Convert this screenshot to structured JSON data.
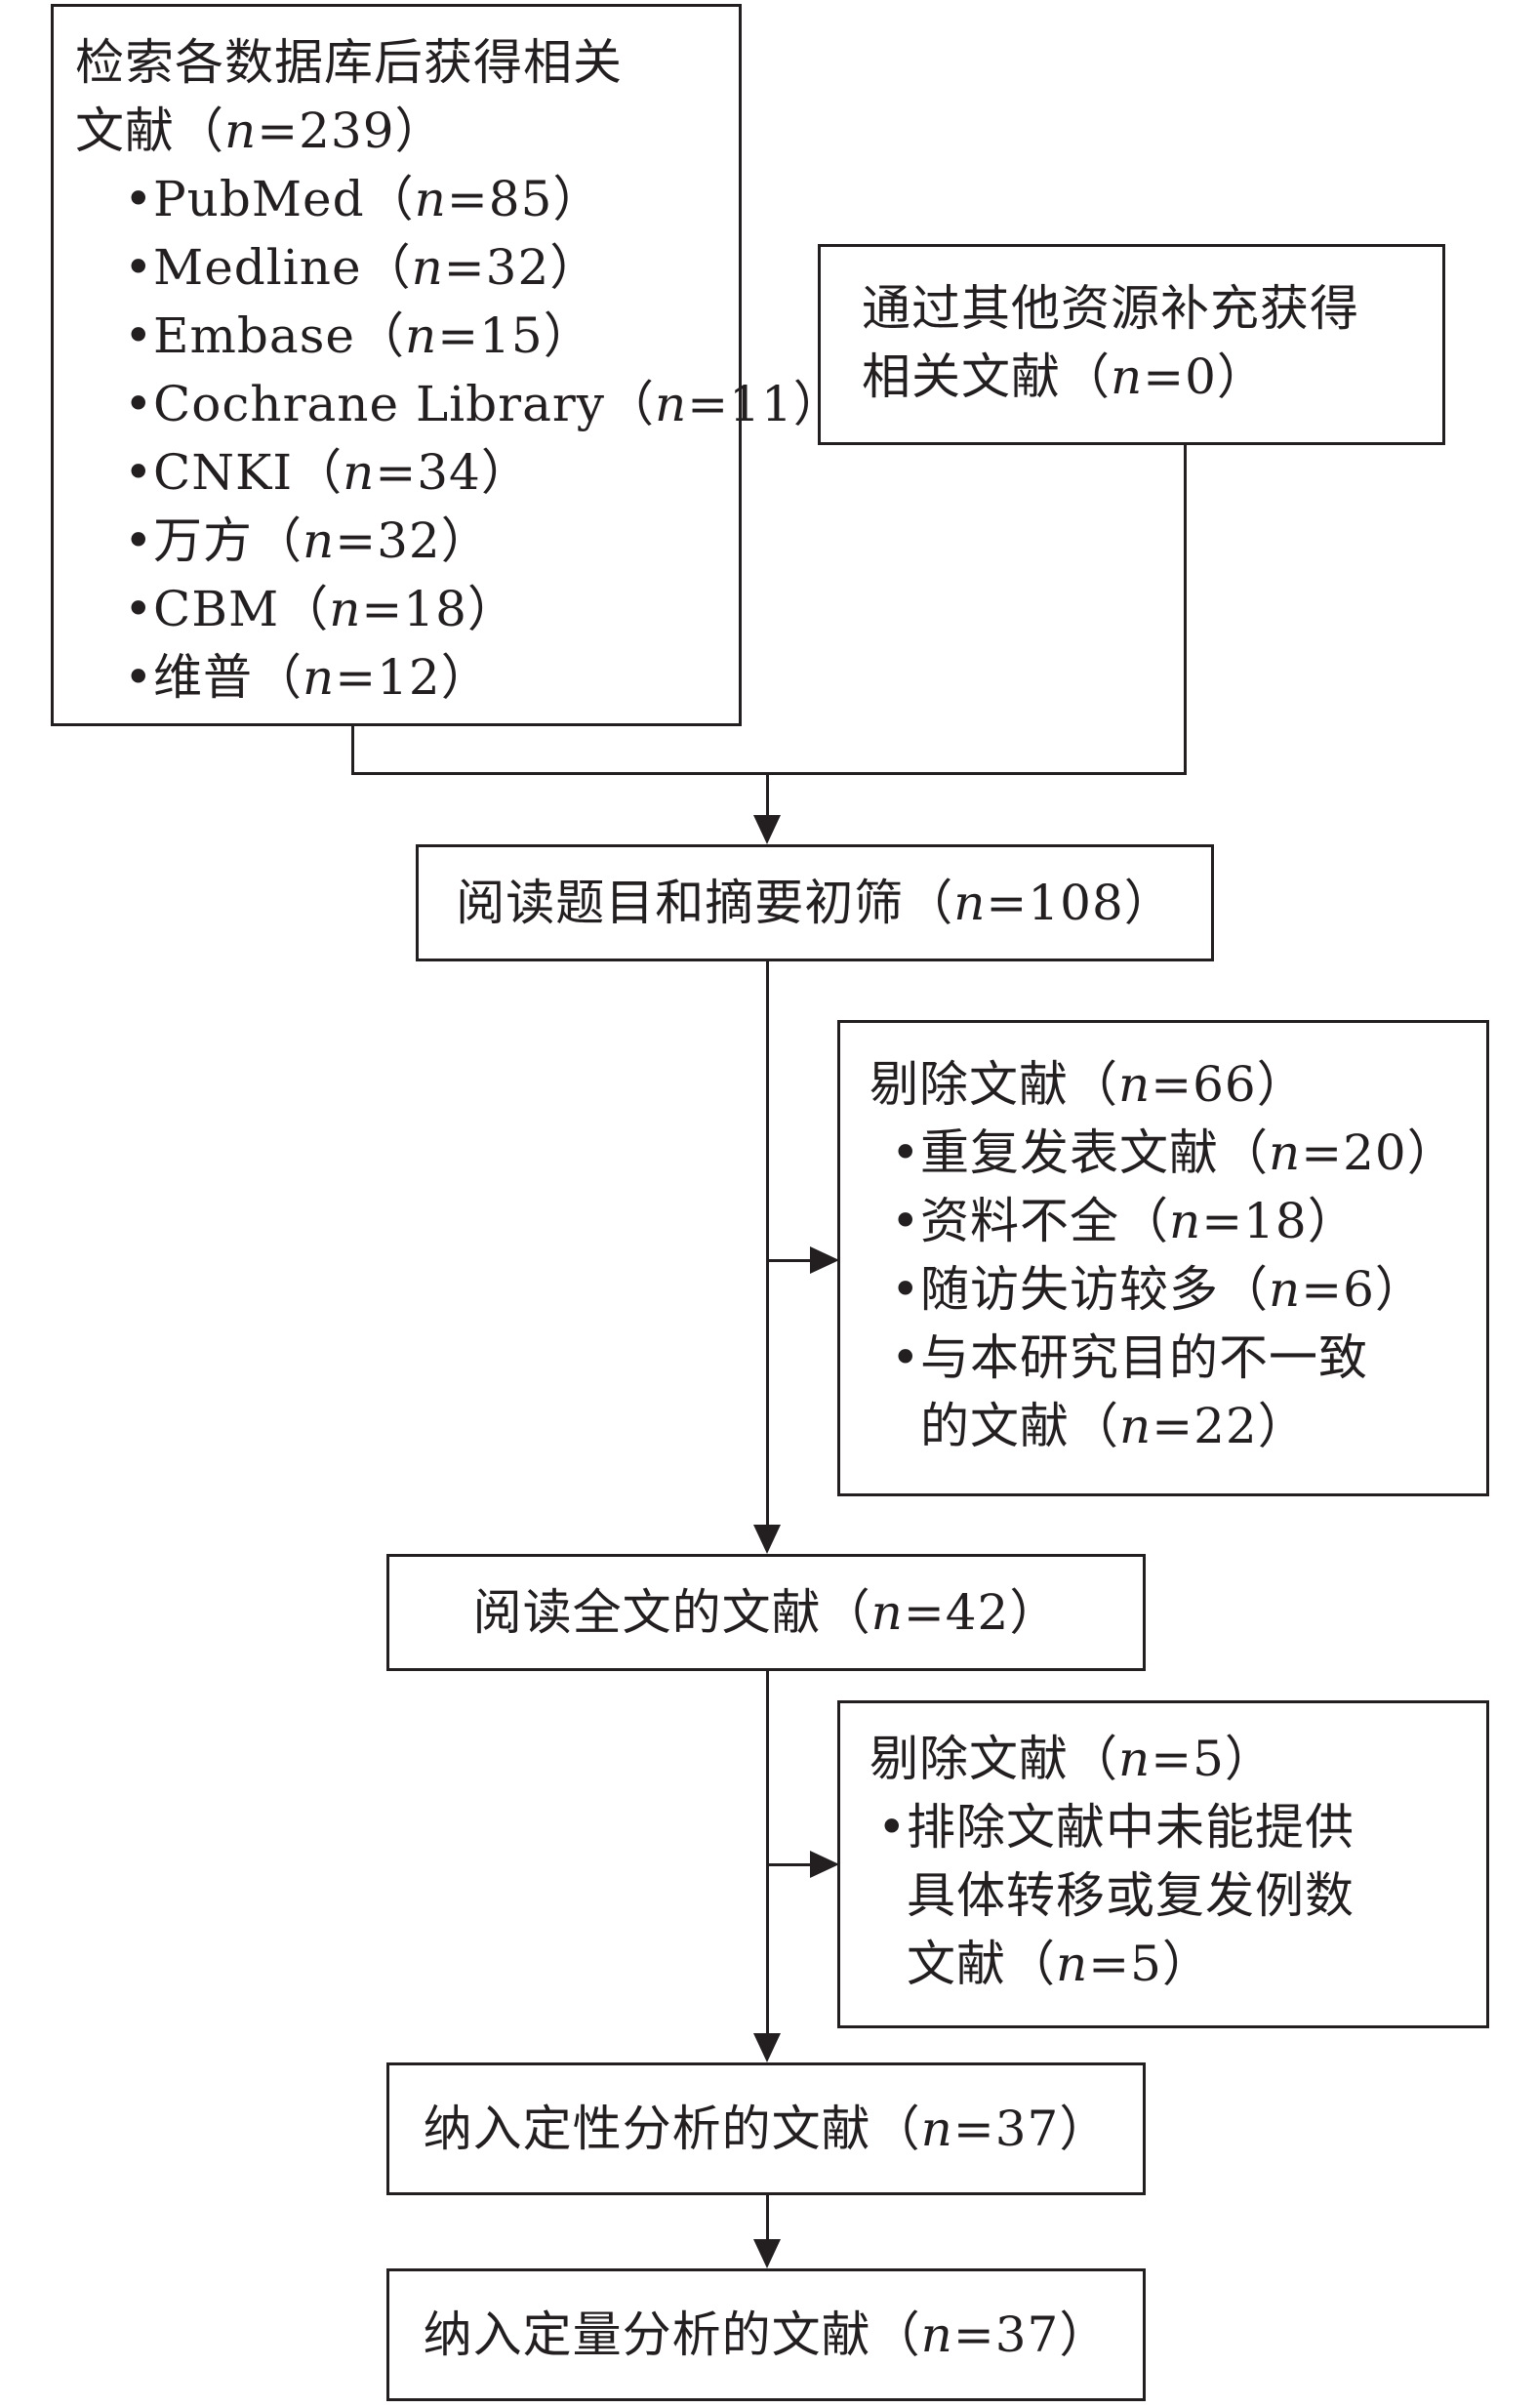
{
  "search_box": {
    "title_line1": "检索各数据库后获得相关",
    "title_line2_prefix": "文献（",
    "title_line2_n": "n",
    "title_line2_suffix": "=239）",
    "items": [
      {
        "name": "PubMed",
        "open": "（",
        "n": "n",
        "count": "=85）"
      },
      {
        "name": "Medline",
        "open": "（",
        "n": "n",
        "count": "=32）"
      },
      {
        "name": "Embase",
        "open": "（",
        "n": "n",
        "count": "=15）"
      },
      {
        "name": "Cochrane Library",
        "open": "（",
        "n": "n",
        "count": "=11）"
      },
      {
        "name": "CNKI",
        "open": "（",
        "n": "n",
        "count": "=34）"
      },
      {
        "name": "万方",
        "open": "（",
        "n": "n",
        "count": "=32）"
      },
      {
        "name": "CBM",
        "open": "（",
        "n": "n",
        "count": "=18）"
      },
      {
        "name": "维普",
        "open": "（",
        "n": "n",
        "count": "=12）"
      }
    ],
    "bullet": "•"
  },
  "other_box": {
    "line1": "通过其他资源补充获得",
    "line2_prefix": "相关文献（",
    "line2_n": "n",
    "line2_suffix": "=0）"
  },
  "screen_box": {
    "prefix": "阅读题目和摘要初筛（",
    "n": "n",
    "suffix": "=108）"
  },
  "exclude1_box": {
    "title_prefix": "剔除文献（",
    "title_n": "n",
    "title_suffix": "=66）",
    "bullet": "•",
    "items": [
      {
        "text": "重复发表文献（",
        "n": "n",
        "count": "=20）"
      },
      {
        "text": "资料不全（",
        "n": "n",
        "count": "=18）"
      },
      {
        "text": "随访失访较多（",
        "n": "n",
        "count": "=6）"
      }
    ],
    "last_item_line1": "与本研究目的不一致",
    "last_item_line2_prefix": "的文献（",
    "last_item_line2_n": "n",
    "last_item_line2_suffix": "=22）"
  },
  "fulltext_box": {
    "prefix": "阅读全文的文献（",
    "n": "n",
    "suffix": "=42）"
  },
  "exclude2_box": {
    "title_prefix": "剔除文献（",
    "title_n": "n",
    "title_suffix": "=5）",
    "bullet": "•",
    "line1": "排除文献中未能提供",
    "line2": "具体转移或复发例数",
    "line3_prefix": "文献（",
    "line3_n": "n",
    "line3_suffix": "=5）"
  },
  "qualitative_box": {
    "prefix": "纳入定性分析的文献（",
    "n": "n",
    "suffix": "=37）"
  },
  "quantitative_box": {
    "prefix": "纳入定量分析的文献（",
    "n": "n",
    "suffix": "=37）"
  }
}
